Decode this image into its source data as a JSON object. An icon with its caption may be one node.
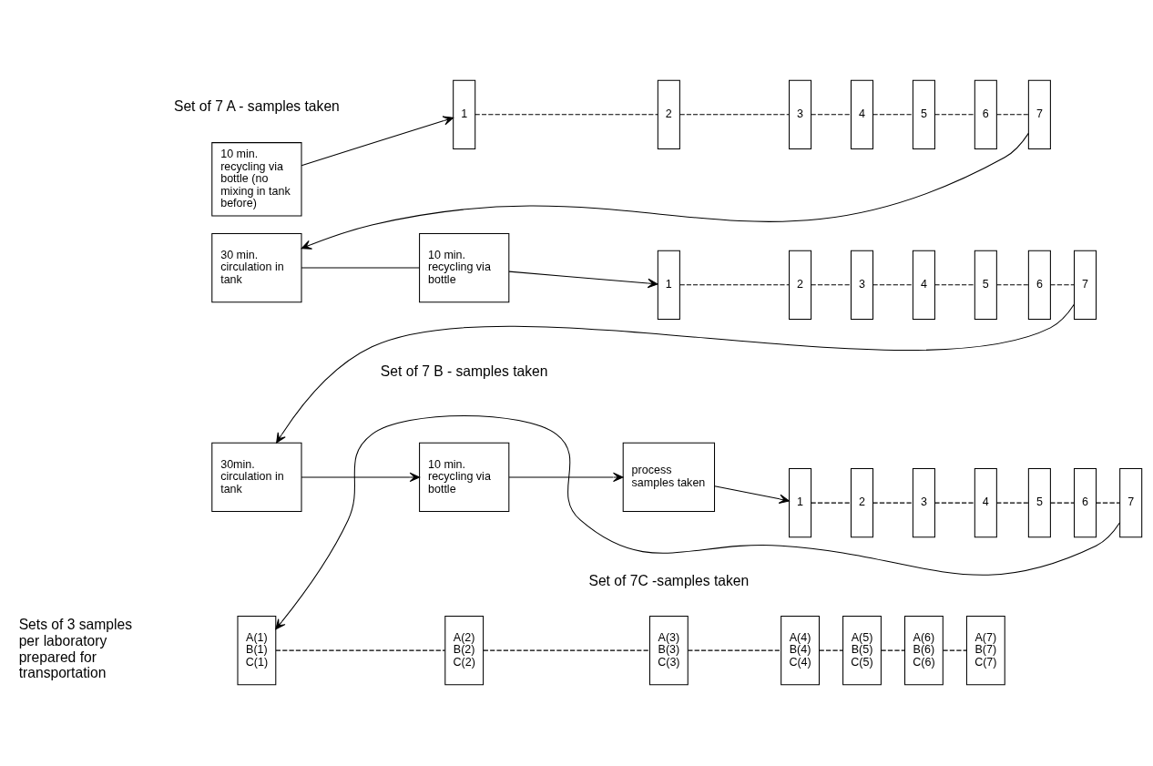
{
  "diagram": {
    "nodes": [
      {
        "text": [
          "10 min. recycling via bottle (no mixing in tank before)"
        ]
      },
      {
        "text": [
          "1"
        ]
      },
      {
        "text": [
          "2"
        ]
      },
      {
        "text": [
          "3"
        ]
      },
      {
        "text": [
          "4"
        ]
      },
      {
        "text": [
          "5"
        ]
      },
      {
        "text": [
          "6"
        ]
      },
      {
        "text": [
          "7"
        ]
      },
      {
        "text": [
          "30 min. circulation in tank"
        ]
      },
      {
        "text": [
          "10 min. recycling via bottle"
        ]
      },
      {
        "text": [
          "1"
        ]
      },
      {
        "text": [
          "2"
        ]
      },
      {
        "text": [
          "3"
        ]
      },
      {
        "text": [
          "4"
        ]
      },
      {
        "text": [
          "5"
        ]
      },
      {
        "text": [
          "6"
        ]
      },
      {
        "text": [
          "7"
        ]
      },
      {
        "text": [
          "30min. circulation in tank"
        ]
      },
      {
        "text": [
          "10 min. recycling via bottle"
        ]
      },
      {
        "text": [
          "process samples taken"
        ]
      },
      {
        "text": [
          "1"
        ]
      },
      {
        "text": [
          "2"
        ]
      },
      {
        "text": [
          "3"
        ]
      },
      {
        "text": [
          "4"
        ]
      },
      {
        "text": [
          "5"
        ]
      },
      {
        "text": [
          "6"
        ]
      },
      {
        "text": [
          "7"
        ]
      },
      {
        "text": [
          "A(1)",
          "B(1)",
          "C(1)"
        ]
      },
      {
        "text": [
          "A(2)",
          "B(2)",
          "C(2)"
        ]
      },
      {
        "text": [
          "A(3)",
          "B(3)",
          "C(3)"
        ]
      },
      {
        "text": [
          "A(4)",
          "B(4)",
          "C(4)"
        ]
      },
      {
        "text": [
          "A(5)",
          "B(5)",
          "C(5)"
        ]
      },
      {
        "text": [
          "A(6)",
          "B(6)",
          "C(6)"
        ]
      },
      {
        "text": [
          "A(7)",
          "B(7)",
          "C(7)"
        ]
      }
    ],
    "edges": [
      {
        "from": 0,
        "to": 1,
        "arrow": "to"
      },
      {
        "from": 1,
        "to": 2,
        "arrow": "none",
        "style": "dashed"
      },
      {
        "from": 2,
        "to": 3,
        "arrow": "none",
        "style": "dashed"
      },
      {
        "from": 3,
        "to": 4,
        "arrow": "none",
        "style": "dashed"
      },
      {
        "from": 4,
        "to": 5,
        "arrow": "none",
        "style": "dashed"
      },
      {
        "from": 5,
        "to": 6,
        "arrow": "none",
        "style": "dashed"
      },
      {
        "from": 6,
        "to": 7,
        "arrow": "none",
        "style": "dashed"
      },
      {
        "from": 7,
        "to": 8,
        "arrow": "to"
      },
      {
        "from": 8,
        "to": 9,
        "arrow": "none"
      },
      {
        "from": 9,
        "to": 10,
        "arrow": "to"
      },
      {
        "from": 10,
        "to": 11,
        "arrow": "none",
        "style": "dashed"
      },
      {
        "from": 11,
        "to": 12,
        "arrow": "none",
        "style": "dashed"
      },
      {
        "from": 12,
        "to": 13,
        "arrow": "none",
        "style": "dashed"
      },
      {
        "from": 13,
        "to": 14,
        "arrow": "none",
        "style": "dashed"
      },
      {
        "from": 14,
        "to": 15,
        "arrow": "none",
        "style": "dashed"
      },
      {
        "from": 15,
        "to": 16,
        "arrow": "none",
        "style": "dashed"
      },
      {
        "from": 16,
        "to": 17,
        "arrow": "to"
      },
      {
        "from": 17,
        "to": 18,
        "arrow": "to"
      },
      {
        "from": 18,
        "to": 19,
        "arrow": "to"
      },
      {
        "from": 19,
        "to": 20,
        "arrow": "to"
      },
      {
        "from": 20,
        "to": 21,
        "arrow": "none",
        "style": "dashed"
      },
      {
        "from": 21,
        "to": 22,
        "arrow": "none",
        "style": "dashed"
      },
      {
        "from": 22,
        "to": 23,
        "arrow": "none",
        "style": "dashed"
      },
      {
        "from": 23,
        "to": 24,
        "arrow": "none",
        "style": "dashed"
      },
      {
        "from": 24,
        "to": 25,
        "arrow": "none",
        "style": "dashed"
      },
      {
        "from": 25,
        "to": 26,
        "arrow": "none",
        "style": "dashed"
      },
      {
        "from": 26,
        "to": 27,
        "arrow": "to"
      },
      {
        "from": 27,
        "to": 28,
        "arrow": "none",
        "style": "dashed"
      },
      {
        "from": 28,
        "to": 29,
        "arrow": "none",
        "style": "dashed"
      },
      {
        "from": 29,
        "to": 30,
        "arrow": "none",
        "style": "dashed"
      },
      {
        "from": 30,
        "to": 31,
        "arrow": "none",
        "style": "dashed"
      },
      {
        "from": 31,
        "to": 32,
        "arrow": "none",
        "style": "dashed"
      },
      {
        "from": 32,
        "to": 33,
        "arrow": "none",
        "style": "dashed"
      }
    ],
    "labels": [
      "Set of 7 A - samples taken",
      "Set of 7 B - samples taken",
      "Set of 7C -samples taken",
      "Sets of 3 samples per laboratory prepared for transportation"
    ]
  }
}
